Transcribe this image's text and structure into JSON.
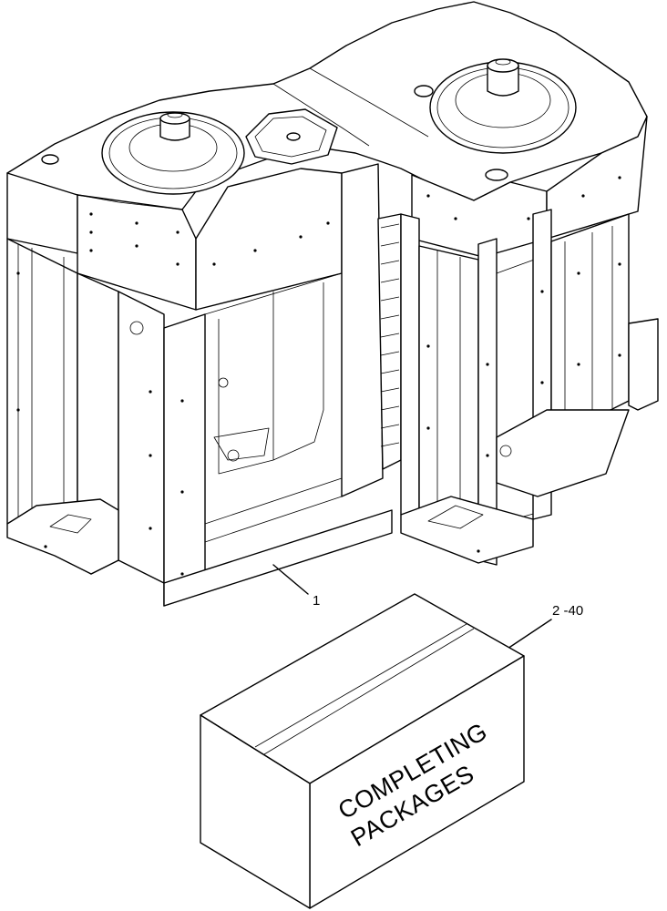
{
  "callouts": {
    "frame_number": "1",
    "packages_number": "2 -40"
  },
  "box_label": {
    "line1": "COMPLETING",
    "line2": "PACKAGES"
  }
}
